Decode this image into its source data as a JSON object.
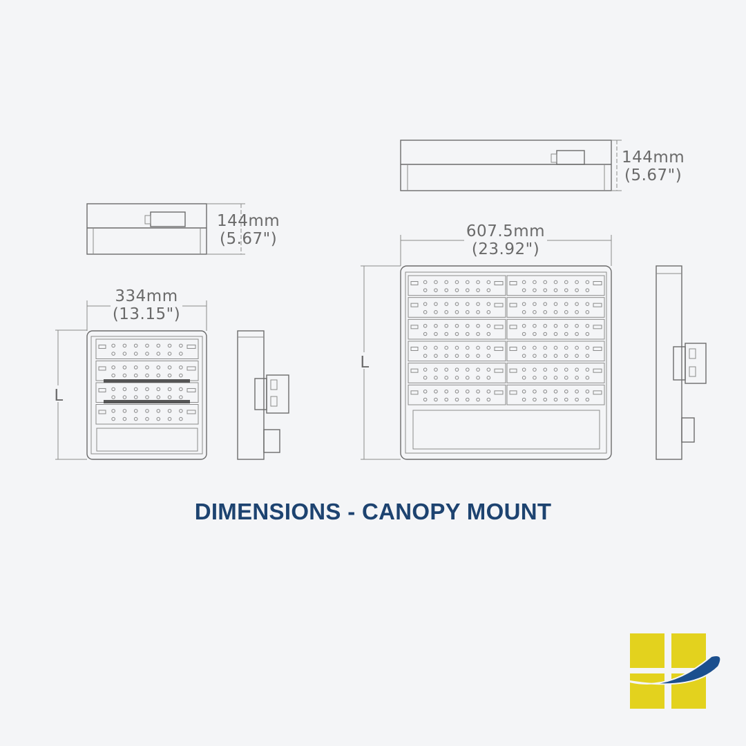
{
  "small_fixture": {
    "height_mm": "144mm",
    "height_in": "(5.67\")",
    "width_mm": "334mm",
    "width_in": "(13.15\")",
    "length_label": "L",
    "led_rows": 4,
    "led_columns": 7
  },
  "large_fixture": {
    "height_mm": "144mm",
    "height_in": "(5.67\")",
    "width_mm": "607.5mm",
    "width_in": "(23.92\")",
    "length_label": "L",
    "led_rows": 6,
    "led_columns": 14
  },
  "title": "DIMENSIONS - CANOPY MOUNT",
  "colors": {
    "title": "#1d4370",
    "logo_yellow": "#e3d21e",
    "logo_blue": "#1b4f8e",
    "line": "#6b6b6b"
  }
}
